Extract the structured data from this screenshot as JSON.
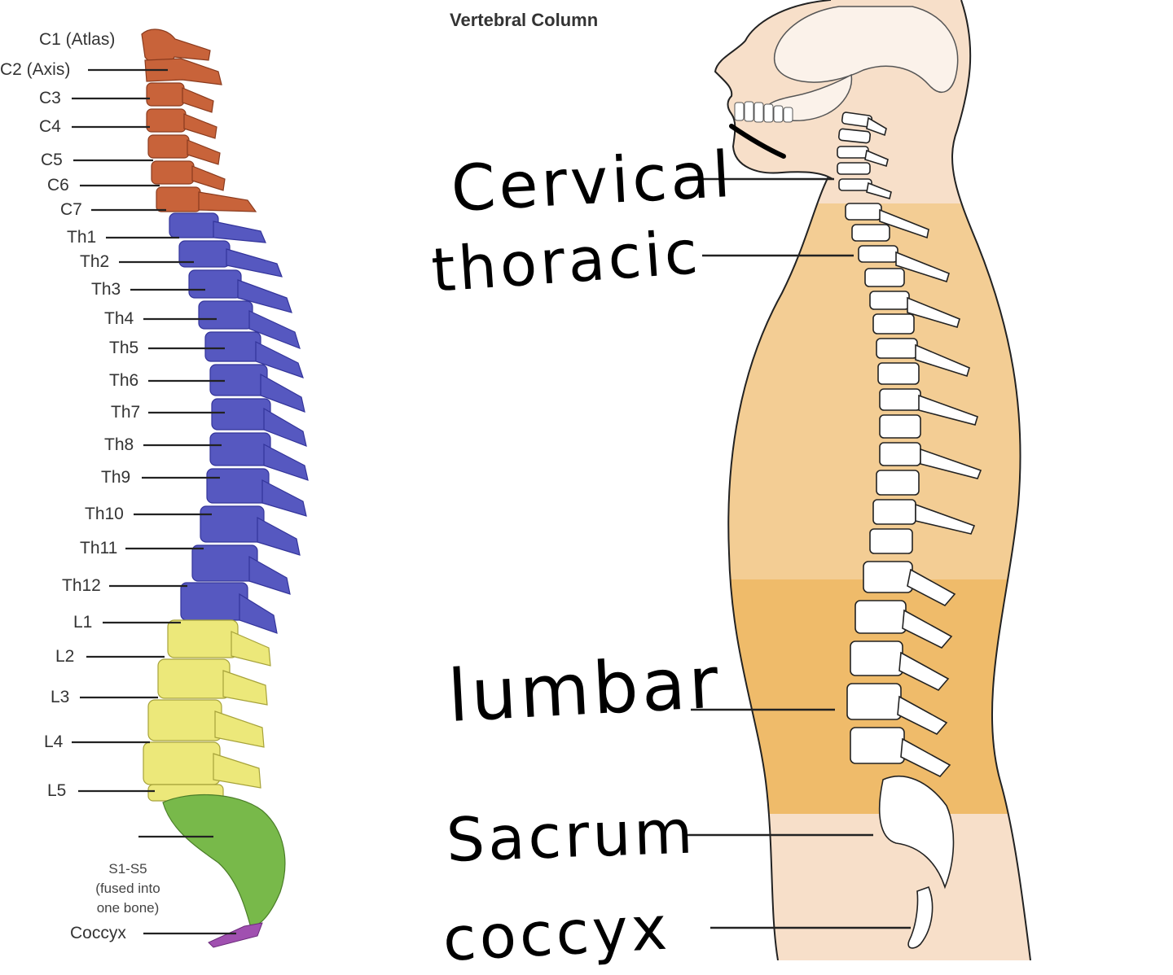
{
  "title": "Vertebral Column",
  "spine_labels": {
    "C1": "C1 (Atlas)",
    "C2": "C2 (Axis)",
    "C3": "C3",
    "C4": "C4",
    "C5": "C5",
    "C6": "C6",
    "C7": "C7",
    "Th1": "Th1",
    "Th2": "Th2",
    "Th3": "Th3",
    "Th4": "Th4",
    "Th5": "Th5",
    "Th6": "Th6",
    "Th7": "Th7",
    "Th8": "Th8",
    "Th9": "Th9",
    "Th10": "Th10",
    "Th11": "Th11",
    "Th12": "Th12",
    "L1": "L1",
    "L2": "L2",
    "L3": "L3",
    "L4": "L4",
    "L5": "L5",
    "sacral_lines": [
      "S1-S5",
      "(fused into",
      "one bone)"
    ],
    "coccyx": "Coccyx"
  },
  "handwritten_labels": {
    "cervical": "Cervical",
    "thoracic": "thoracic",
    "lumbar": "lumbar",
    "sacrum": "Sacrum",
    "coccyx": "coccyx"
  },
  "colors": {
    "cervical": "#c8633a",
    "thoracic": "#5658c0",
    "lumbar": "#ece87a",
    "sacral": "#78b94a",
    "coccyx": "#a050b0",
    "skin": "#f7dfc9",
    "thoracic_band": "#f3cd94",
    "lumbar_band": "#efbb6a"
  }
}
